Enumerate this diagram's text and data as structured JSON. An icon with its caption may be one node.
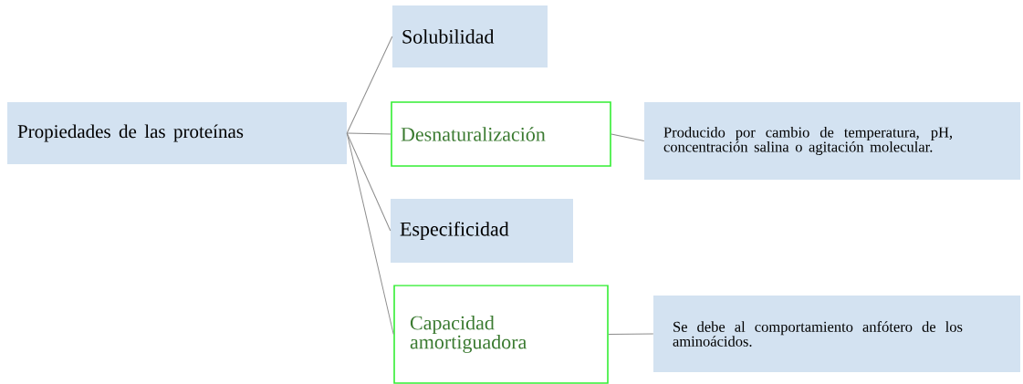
{
  "diagram": {
    "nodes": [
      {
        "text": [
          "Propiedades de las proteínas"
        ]
      },
      {
        "text": [
          "Solubilidad"
        ]
      },
      {
        "text": [
          "Desnaturalización"
        ]
      },
      {
        "text": [
          "Producido por cambio de temperatura, pH, concentración salina o agitación molecular."
        ]
      },
      {
        "text": [
          "Especificidad"
        ]
      },
      {
        "text": [
          "Capacidad amortiguadora"
        ]
      },
      {
        "text": [
          "Se debe al comportamiento anfótero de los aminoácidos."
        ]
      }
    ],
    "edges": [
      {
        "from": 0,
        "to": 1,
        "arrow": "none"
      },
      {
        "from": 0,
        "to": 2,
        "arrow": "none"
      },
      {
        "from": 0,
        "to": 4,
        "arrow": "none"
      },
      {
        "from": 0,
        "to": 5,
        "arrow": "none"
      },
      {
        "from": 2,
        "to": 3,
        "arrow": "none"
      },
      {
        "from": 5,
        "to": 6,
        "arrow": "none"
      }
    ]
  }
}
